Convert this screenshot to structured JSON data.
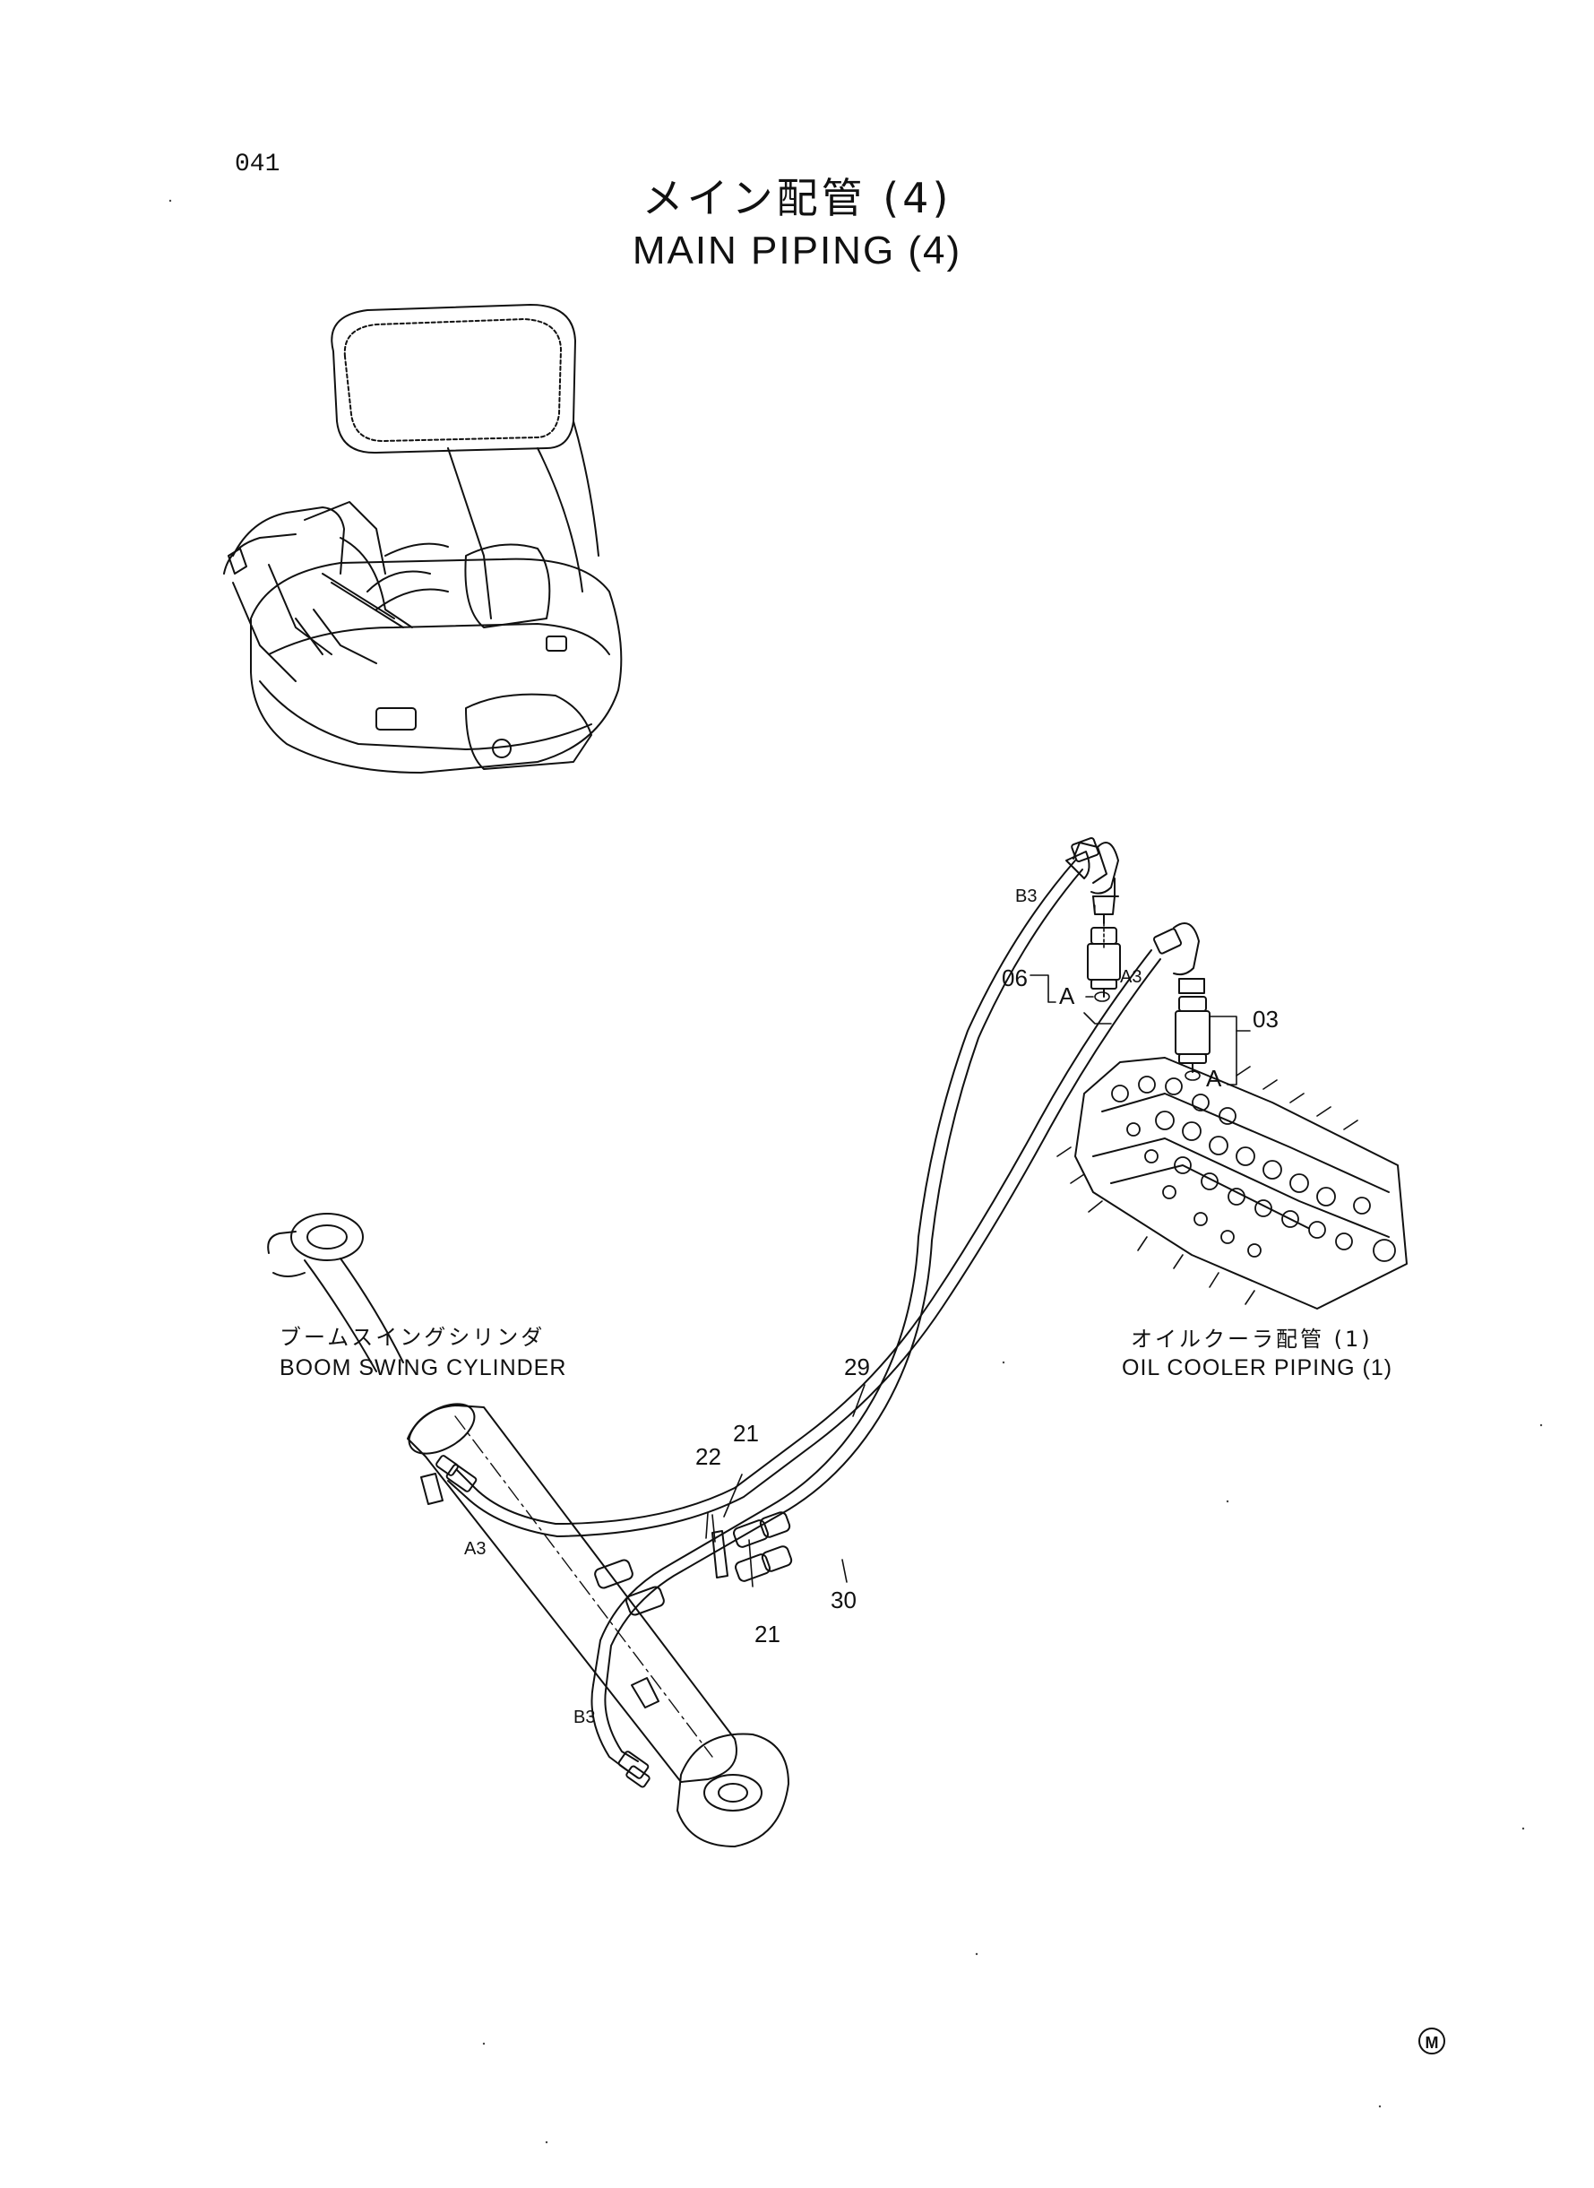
{
  "page": {
    "number": "041",
    "title_ja": "メイン配管 (4)",
    "title_en": "MAIN PIPING (4)"
  },
  "labels": {
    "boom_swing_cylinder_ja": "ブームスイングシリンダ",
    "boom_swing_cylinder_en": "BOOM SWING CYLINDER",
    "oil_cooler_piping_ja": "オイルクーラ配管 (1)",
    "oil_cooler_piping_en": "OIL COOLER PIPING (1)"
  },
  "callouts": {
    "part_06": "06",
    "part_03": "03",
    "part_29": "29",
    "part_30": "30",
    "part_22": "22",
    "part_21_top": "21",
    "part_21_bottom": "21",
    "port_b3_top": "B3",
    "port_a3_top": "A3",
    "port_a3_bottom": "A3",
    "port_b3_bottom": "B3",
    "ref_a_left": "A",
    "ref_a_right": "A"
  },
  "logo": {
    "mark": "M"
  }
}
